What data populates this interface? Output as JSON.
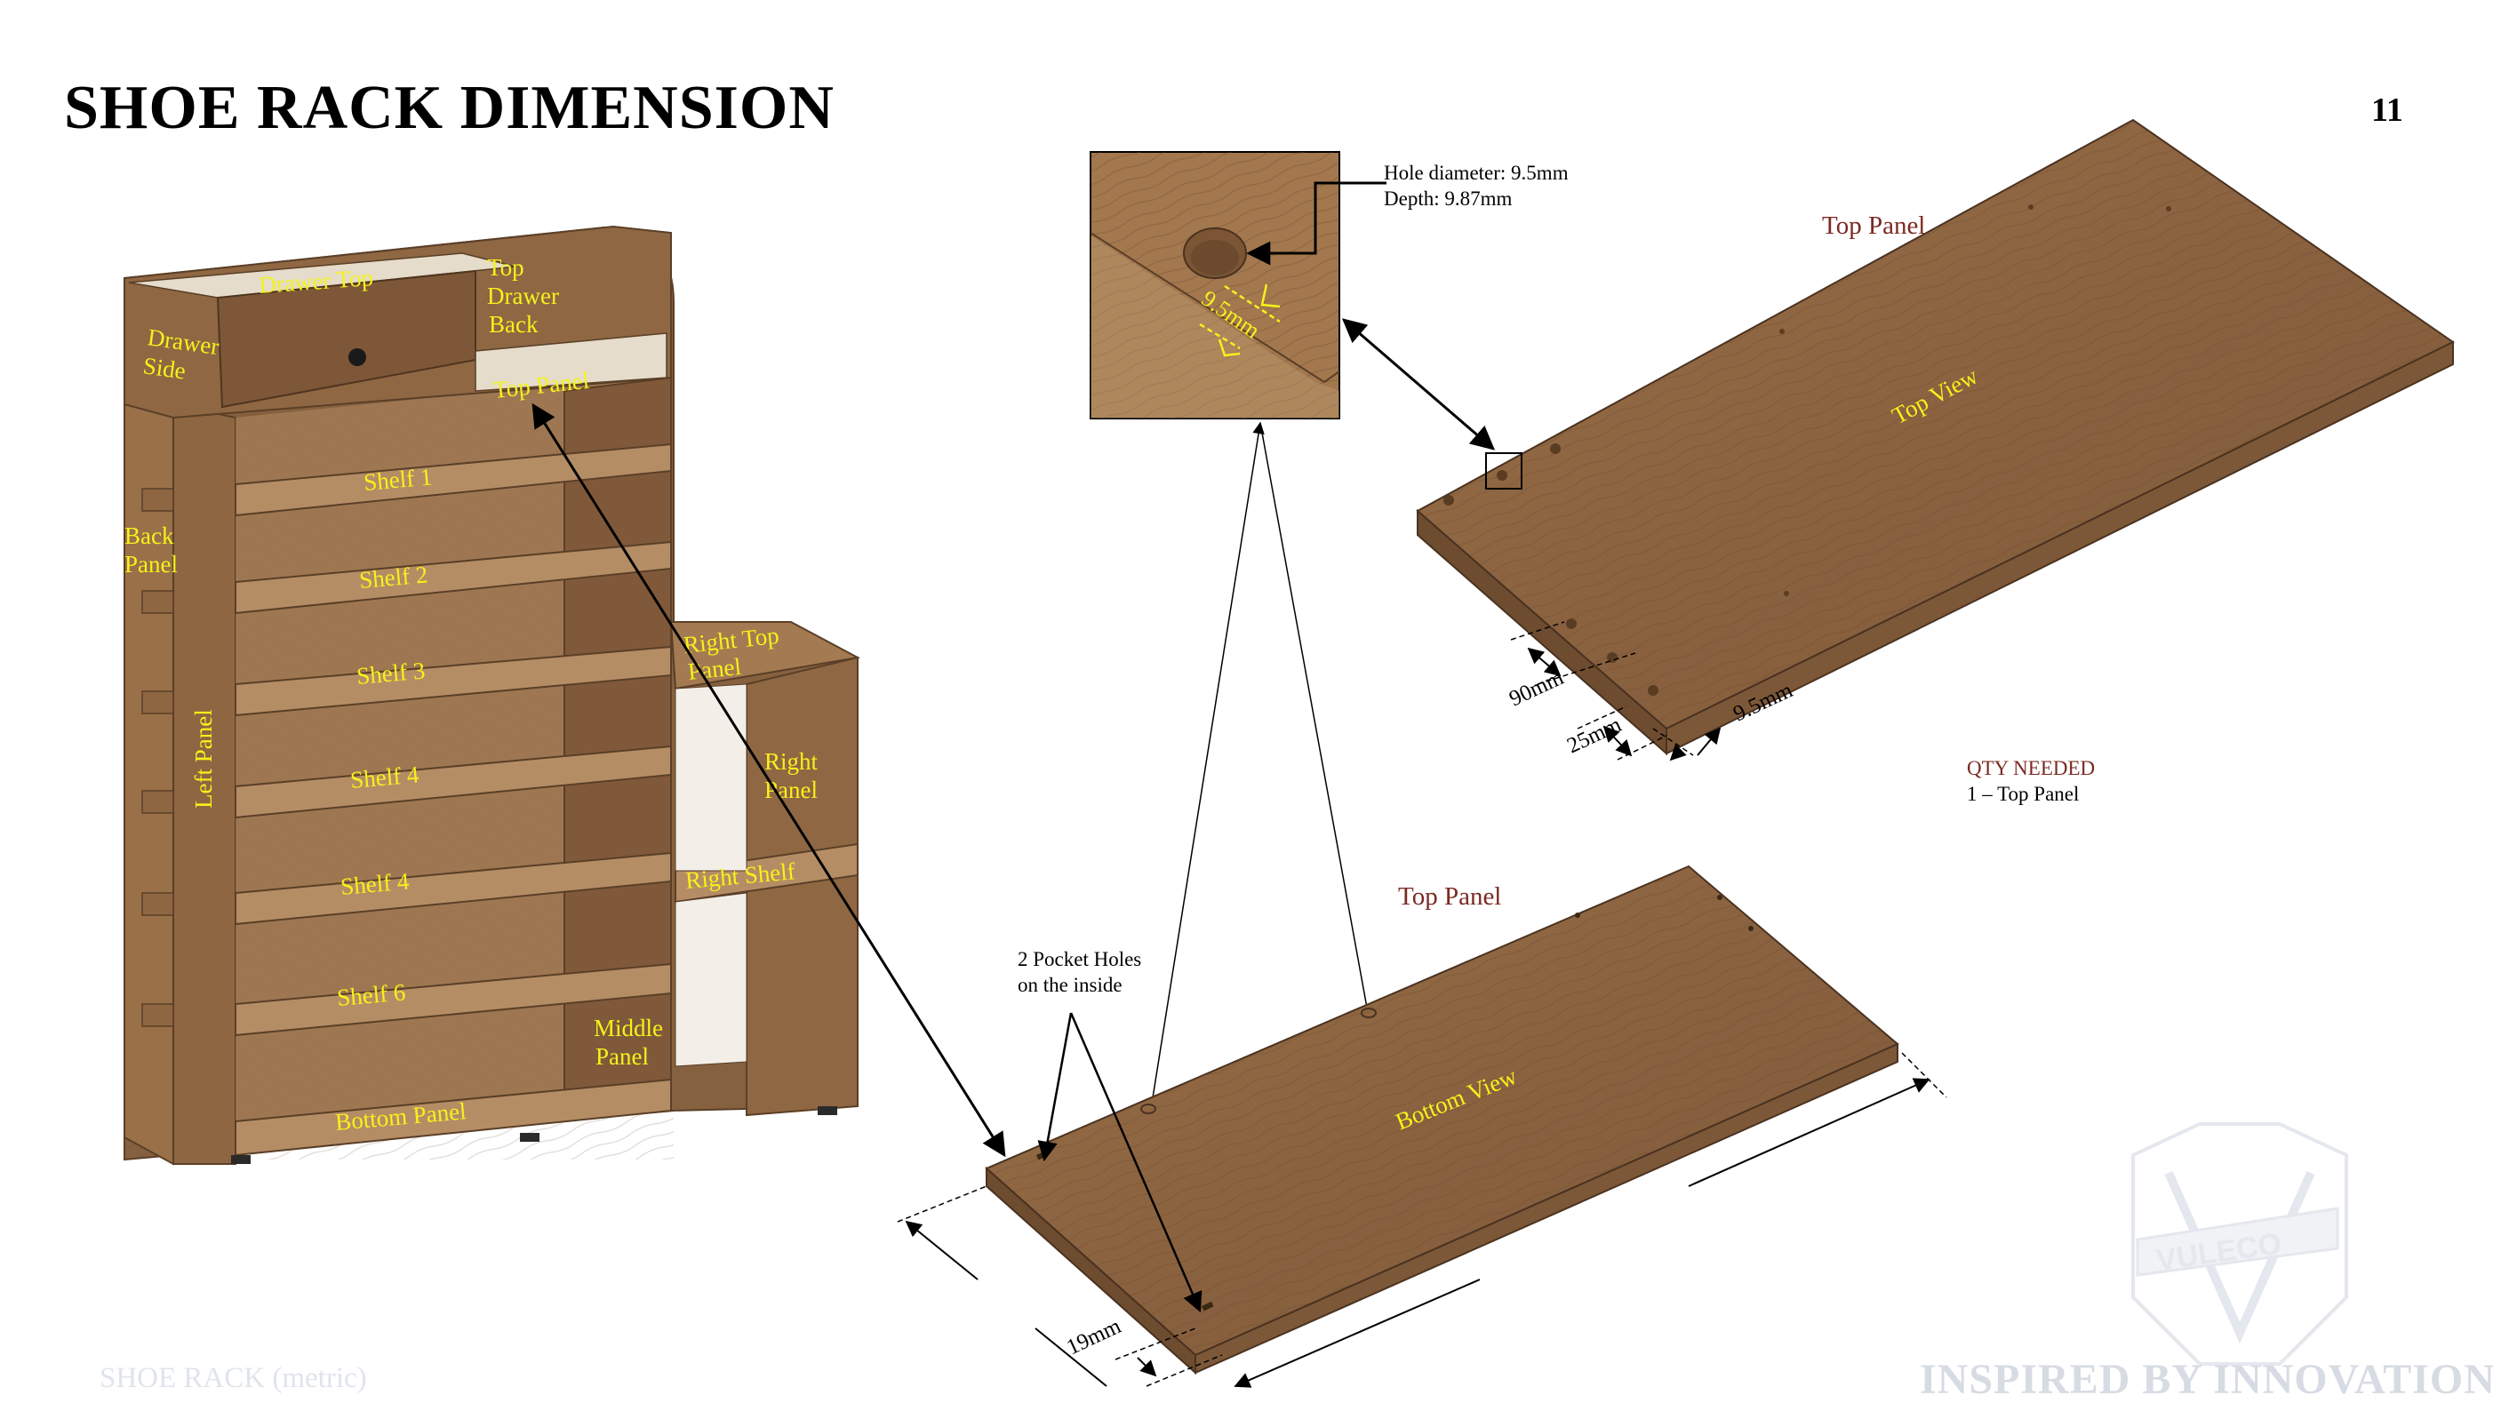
{
  "page": {
    "title": "SHOE RACK DIMENSION",
    "number": "11"
  },
  "rack_labels": {
    "drawer_top": "Drawer Top",
    "top_drawer_back": [
      "Top",
      "Drawer",
      "Back"
    ],
    "drawer_side": [
      "Drawer",
      "Side"
    ],
    "top_panel": "Top Panel",
    "shelf_1": "Shelf  1",
    "shelf_2": "Shelf  2",
    "shelf_3": "Shelf  3",
    "shelf_4a": "Shelf  4",
    "shelf_4b": "Shelf  4",
    "shelf_6": "Shelf  6",
    "back_panel": [
      "Back",
      "Panel"
    ],
    "left_panel": "Left Panel",
    "right_top_panel": [
      "Right Top",
      "Panel"
    ],
    "right_panel": [
      "Right",
      "Panel"
    ],
    "right_shelf": "Right Shelf",
    "middle_panel": [
      "Middle",
      "Panel"
    ],
    "bottom_panel": "Bottom Panel"
  },
  "detail": {
    "hole_diameter": "Hole diameter: 9.5mm",
    "depth": "Depth: 9.87mm",
    "inset_dim": "9.5mm"
  },
  "top_view": {
    "title": "Top Panel",
    "view_label": "Top View",
    "dim_90": "90mm",
    "dim_25": "25mm",
    "dim_9_5": "9.5mm"
  },
  "bottom_view": {
    "title": "Top Panel",
    "view_label": "Bottom View",
    "pocket_note": [
      "2 Pocket Holes",
      "on the inside"
    ],
    "dim_19": "19mm"
  },
  "qty": {
    "heading": "QTY NEEDED",
    "item": "1 – Top Panel"
  },
  "footer": {
    "left": "SHOE RACK (metric)",
    "right": "INSPIRED BY INNOVATION",
    "logo_text": "VULECO"
  },
  "colors": {
    "label_yellow": "#f5f21a",
    "title_red": "#7a2a22",
    "wood": "#8c6440",
    "wood_light": "#a5784e",
    "wood_edge": "#6e4c30"
  }
}
